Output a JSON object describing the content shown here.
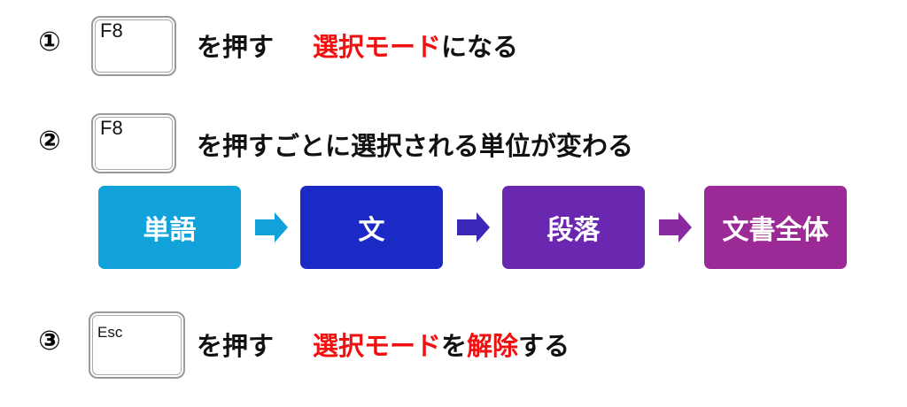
{
  "steps": [
    {
      "number": "①",
      "key": "F8",
      "text": "を押す",
      "highlight": "選択モード",
      "suffix": "になる"
    },
    {
      "number": "②",
      "key": "F8",
      "text": "を押すごとに選択される単位が変わる"
    },
    {
      "number": "③",
      "key": "Esc",
      "text": "を押す",
      "highlight": "選択モード",
      "mid": "を",
      "highlight2": "解除",
      "suffix": "する"
    }
  ],
  "units": [
    {
      "label": "単語",
      "color": "#10a2d8"
    },
    {
      "label": "文",
      "color": "#1b2ac4"
    },
    {
      "label": "段落",
      "color": "#6a28b0"
    },
    {
      "label": "文書全体",
      "color": "#9b2a96"
    }
  ],
  "highlight_color": "#f01010"
}
